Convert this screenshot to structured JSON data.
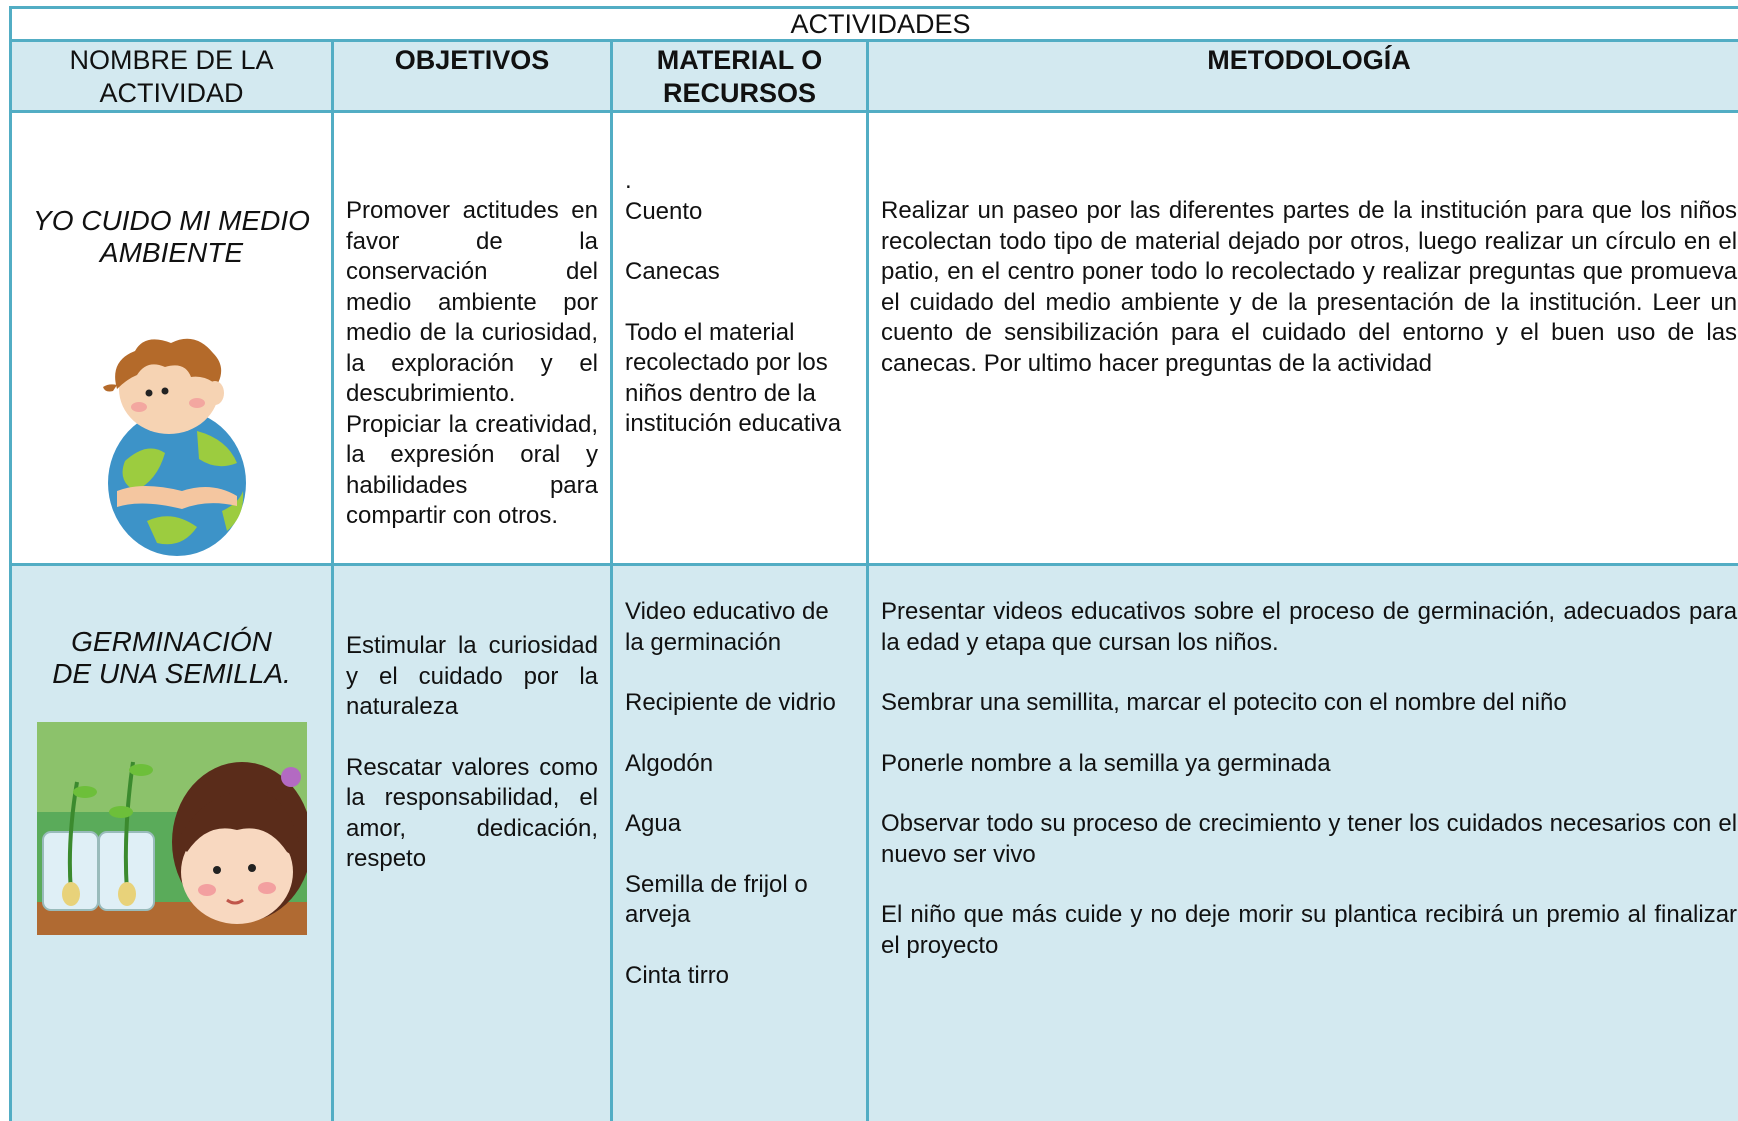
{
  "table": {
    "title": "ACTIVIDADES",
    "headers": {
      "nombre": "NOMBRE DE LA ACTIVIDAD",
      "objetivos": "OBJETIVOS",
      "material": "MATERIAL O RECURSOS",
      "metodologia": "METODOLOGÍA"
    },
    "rows": [
      {
        "name": "YO CUIDO MI MEDIO AMBIENTE",
        "illustration": "child-hugging-earth-illustration",
        "objectives": [
          "Promover actitudes en favor de la conservación del medio ambiente por medio de la curiosidad, la exploración y el descubrimiento.",
          "Propiciar la creatividad, la expresión oral y habilidades para compartir con otros."
        ],
        "materials_lead": ".",
        "materials": [
          "Cuento",
          "Canecas",
          "Todo el material recolectado por los niños dentro de la institución educativa"
        ],
        "methodology": [
          "Realizar un paseo por las diferentes partes de la institución para que los niños recolectan todo tipo de material dejado por otros, luego realizar un círculo en el patio, en el centro poner todo lo recolectado y realizar preguntas que promueva el cuidado del medio ambiente y de la presentación de la institución. Leer un cuento de sensibilización para el cuidado del entorno y el buen uso de las canecas. Por ultimo hacer preguntas de la actividad"
        ]
      },
      {
        "name": "GERMINACIÓN DE UNA SEMILLA.",
        "illustration": "girl-watching-sprouts-illustration",
        "objectives": [
          "Estimular la curiosidad y el cuidado por la naturaleza",
          "Rescatar valores como la responsabilidad, el amor, dedicación, respeto"
        ],
        "materials": [
          "Video educativo de la germinación",
          "Recipiente de vidrio",
          "Algodón",
          "Agua",
          "Semilla de frijol o arveja",
          "Cinta tirro"
        ],
        "methodology": [
          "Presentar videos educativos sobre el proceso de germinación, adecuados para la edad y etapa que cursan los niños.",
          "Sembrar una semillita, marcar el potecito con el nombre del niño",
          "Ponerle nombre a la semilla ya germinada",
          "Observar todo su proceso de crecimiento y tener los cuidados necesarios con el nuevo ser vivo",
          "El niño que más cuide y no deje morir su plantica recibirá un premio al finalizar el proyecto"
        ]
      }
    ]
  }
}
